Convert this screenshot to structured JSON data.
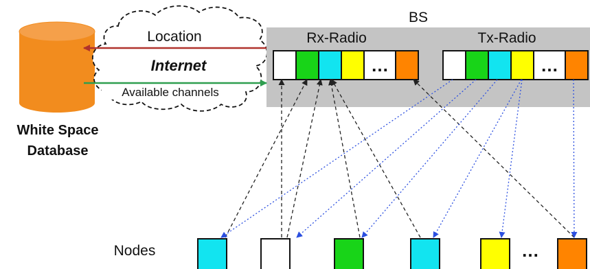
{
  "bs_label": "BS",
  "rx_radio_label": "Rx-Radio",
  "tx_radio_label": "Tx-Radio",
  "database_label_line1": "White Space",
  "database_label_line2": "Database",
  "cloud": {
    "location_label": "Location",
    "internet_label": "Internet",
    "available_label": "Available channels"
  },
  "nodes_label": "Nodes",
  "ellipsis": "…",
  "colors": {
    "database": "#F28C1E",
    "bs_box": "#C4C4C4",
    "location_arrow": "#B0322C",
    "available_arrow": "#2E9E4F",
    "rx_link": "#222222",
    "tx_link": "#2B4FE0",
    "white": "#FFFFFF",
    "green": "#18D418",
    "cyan": "#12E4F0",
    "yellow": "#FFFF00",
    "orange": "#FF8400"
  },
  "rx_channels": [
    "white",
    "green",
    "cyan",
    "yellow",
    "ellipsis",
    "orange"
  ],
  "tx_channels": [
    "white",
    "green",
    "cyan",
    "yellow",
    "ellipsis",
    "orange"
  ],
  "nodes": [
    "cyan",
    "white",
    "green",
    "cyan",
    "yellow",
    "ellipsis",
    "orange"
  ]
}
